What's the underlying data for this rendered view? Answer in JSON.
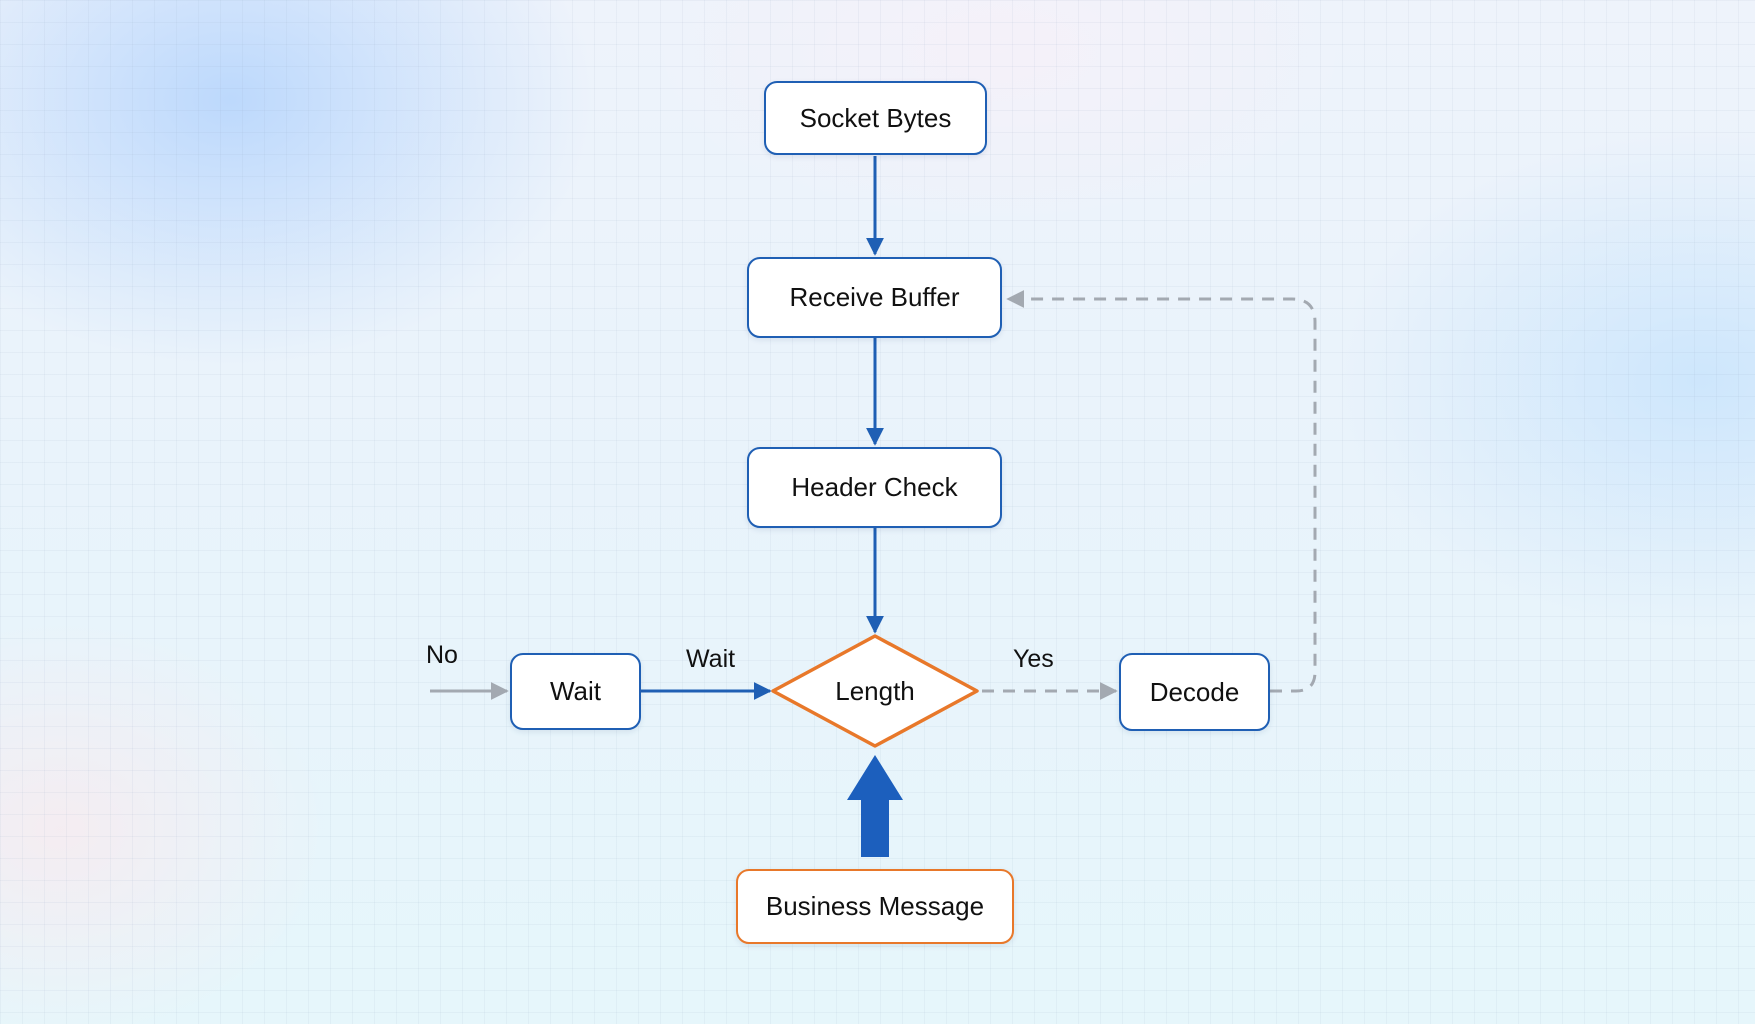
{
  "nodes": {
    "socket_bytes": "Socket Bytes",
    "receive_buffer": "Receive Buffer",
    "header_check": "Header Check",
    "length": "Length",
    "wait": "Wait",
    "decode": "Decode",
    "business_message": "Business Message"
  },
  "edge_labels": {
    "no": "No",
    "wait": "Wait",
    "yes": "Yes"
  },
  "colors": {
    "box_border": "#1f5fb4",
    "highlight_border": "#e8782a",
    "dashed_arrow": "#a3a9b1",
    "solid_arrow": "#1f5fb4"
  }
}
